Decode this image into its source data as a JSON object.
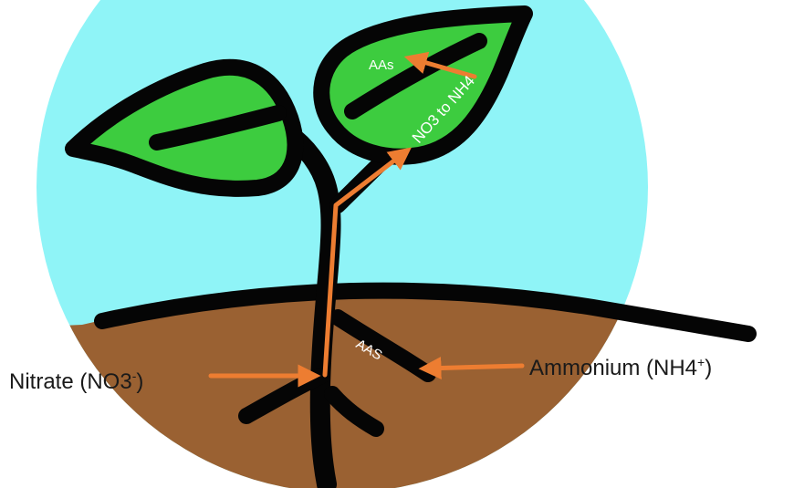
{
  "labels": {
    "nitrate": {
      "text": "Nitrate (NO3",
      "superscript": "-",
      "closing": ")"
    },
    "ammonium": {
      "text": "Ammonium (NH4",
      "superscript": "+",
      "closing": ")"
    },
    "aas_root": "AAS",
    "aas_leaf": "AAs",
    "conversion": "NO3 to NH4"
  },
  "colors": {
    "sky": "#8ff4f7",
    "soil": "#9a6132",
    "leaf": "#3dcc3f",
    "outline": "#050505",
    "arrow": "#ed7d31",
    "text_on_dark": "#ffffff",
    "text": "#1a1a1a"
  }
}
